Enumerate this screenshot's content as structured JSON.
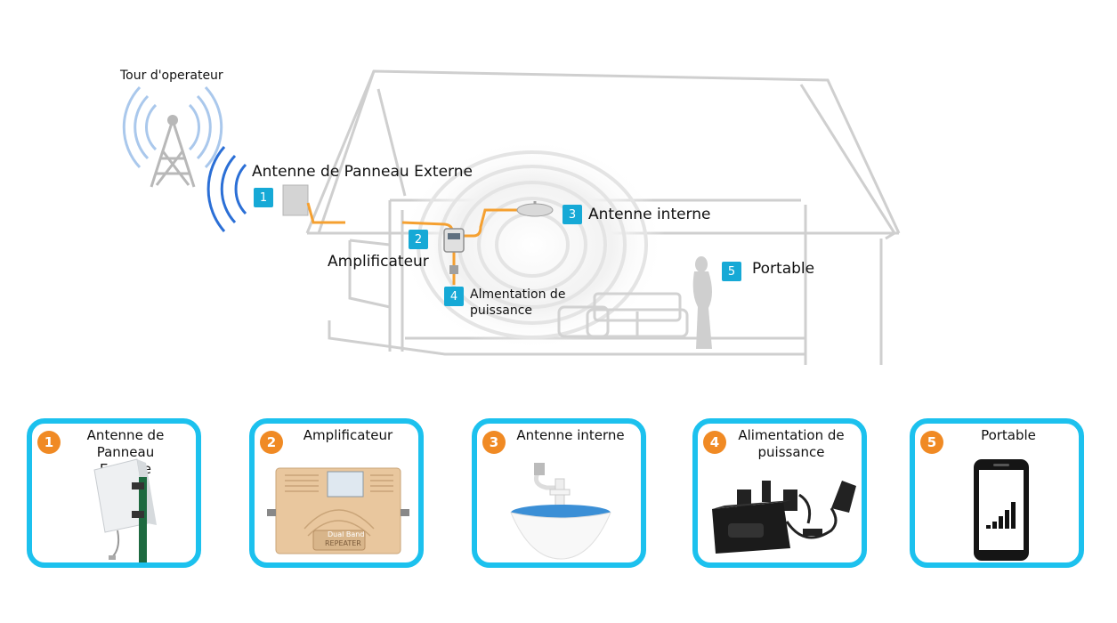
{
  "diagram": {
    "tower_label": "Tour d'operateur",
    "outdoor_antenna_label": "Antenne de Panneau Externe",
    "amplifier_label": "Amplificateur",
    "indoor_antenna_label": "Antenne interne",
    "power_label_line1": "Almentation de",
    "power_label_line2": "puissance",
    "phone_label": "Portable",
    "badges": [
      "1",
      "2",
      "3",
      "4",
      "5"
    ]
  },
  "cards": [
    {
      "num": "1",
      "title": "Antenne de Panneau\nExterne",
      "icon": "panel-antenna"
    },
    {
      "num": "2",
      "title": "Amplificateur",
      "icon": "repeater",
      "device_text_1": "Dual Band",
      "device_text_2": "REPEATER"
    },
    {
      "num": "3",
      "title": "Antenne interne",
      "icon": "ceiling-antenna"
    },
    {
      "num": "4",
      "title": "Alimentation de\npuissance",
      "icon": "power-adapter"
    },
    {
      "num": "5",
      "title": "Portable",
      "icon": "smartphone"
    }
  ],
  "colors": {
    "badge": "#16a9d6",
    "card_border": "#1cc1ee",
    "card_number": "#f08a24",
    "cable": "#f5a030",
    "signal": "#2b6fd6"
  }
}
